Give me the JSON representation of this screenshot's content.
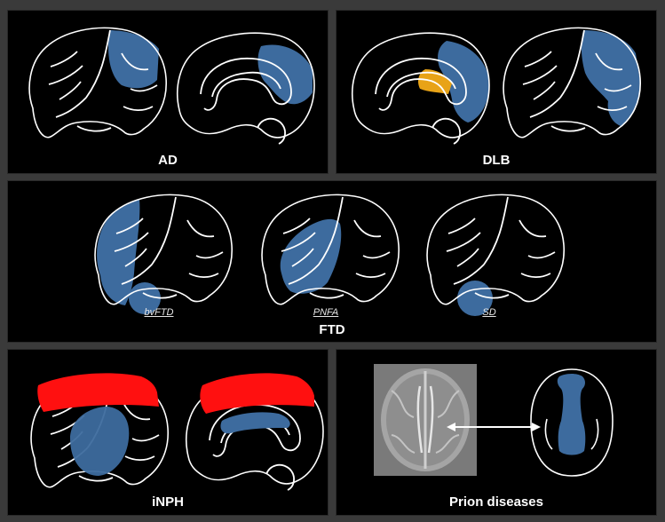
{
  "colors": {
    "background": "#3a3a3a",
    "panel": "#000000",
    "outline": "#ffffff",
    "hypoperfusion": "#3d6b9e",
    "cingulate_island": "#e8a317",
    "hyperperfusion": "#ff1010"
  },
  "panels": {
    "ad": {
      "label": "AD"
    },
    "dlb": {
      "label": "DLB"
    },
    "ftd": {
      "label": "FTD",
      "subtypes": [
        {
          "label": "bvFTD"
        },
        {
          "label": "PNFA"
        },
        {
          "label": "SD"
        }
      ]
    },
    "inph": {
      "label": "iNPH"
    },
    "prion": {
      "label": "Prion diseases"
    }
  }
}
